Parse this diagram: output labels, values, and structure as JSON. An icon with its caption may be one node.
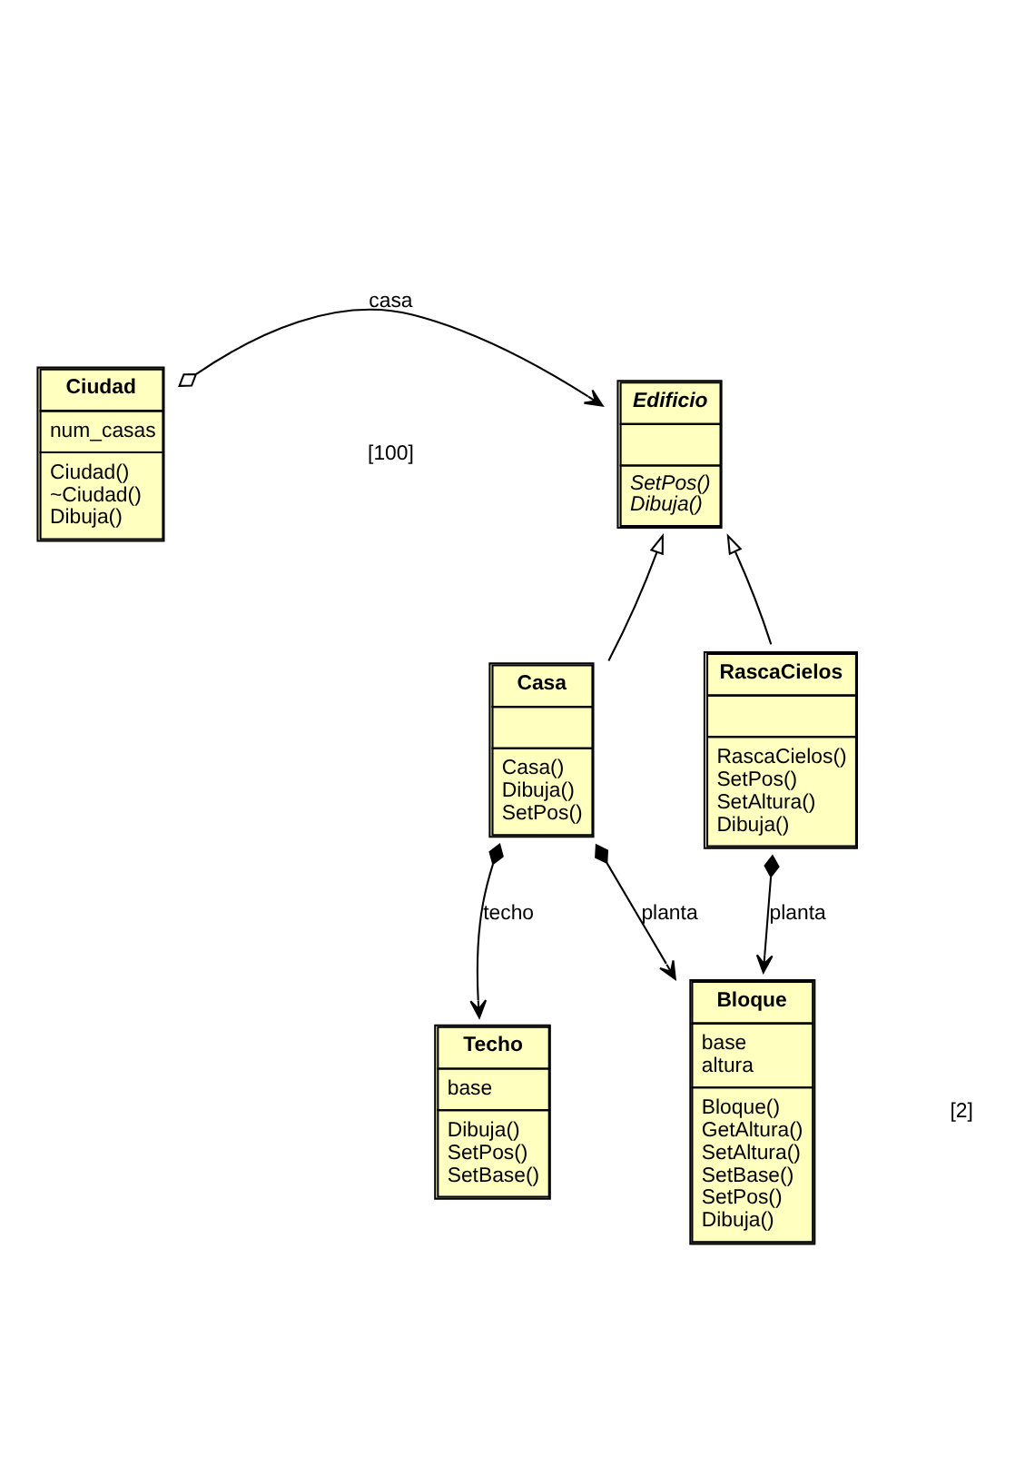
{
  "diagram": {
    "nodes": [
      {
        "text": [
          "Ciudad",
          "num_casas",
          "Ciudad()",
          "~Ciudad()",
          "Dibuja()"
        ]
      },
      {
        "text": [
          "Edificio",
          "SetPos()",
          "Dibuja()"
        ]
      },
      {
        "text": [
          "Casa",
          "Casa()",
          "Dibuja()",
          "SetPos()"
        ]
      },
      {
        "text": [
          "RascaCielos",
          "RascaCielos()",
          "SetPos()",
          "SetAltura()",
          "Dibuja()"
        ]
      },
      {
        "text": [
          "Techo",
          "base",
          "Dibuja()",
          "SetPos()",
          "SetBase()"
        ]
      },
      {
        "text": [
          "Bloque",
          "base",
          "altura",
          "Bloque()",
          "GetAltura()",
          "SetAltura()",
          "SetBase()",
          "SetPos()",
          "Dibuja()"
        ]
      }
    ],
    "edges": [
      {
        "from": 0,
        "to": 1,
        "arrow": "to",
        "label": "casa"
      },
      {
        "from": 2,
        "to": 1,
        "arrow": "to"
      },
      {
        "from": 3,
        "to": 1,
        "arrow": "to"
      },
      {
        "from": 2,
        "to": 4,
        "arrow": "to",
        "label": "techo"
      },
      {
        "from": 2,
        "to": 5,
        "arrow": "to",
        "label": "planta"
      },
      {
        "from": 3,
        "to": 5,
        "arrow": "to",
        "label": "planta"
      }
    ],
    "labels": [
      "[100]",
      "[2]"
    ]
  }
}
